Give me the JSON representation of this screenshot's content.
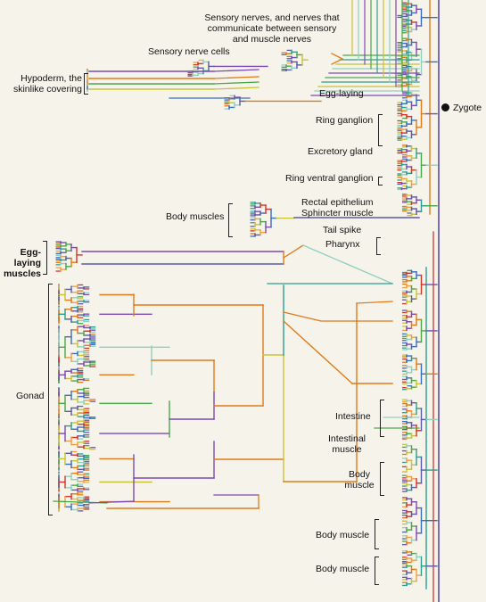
{
  "labels": {
    "sensory_nerves": "Sensory nerves, and nerves that\ncommunicate between sensory\nand muscle nerves",
    "sensory_nerve_cells": "Sensory nerve cells",
    "hypoderm": "Hypoderm, the\nskinlike covering",
    "egg_laying": "Egg-laying",
    "zygote": "Zygote",
    "ring_ganglion": "Ring ganglion",
    "excretory_gland": "Excretory gland",
    "ring_ventral_ganglion": "Ring ventral ganglion",
    "rectal_epithelium": "Rectal epithelium",
    "sphincter_muscle": "Sphincter muscle",
    "body_muscles": "Body muscles",
    "tail_spike": "Tail spike",
    "pharynx": "Pharynx",
    "egg_laying_muscles": "Egg-laying\nmuscles",
    "gonad": "Gonad",
    "intestine": "Intestine",
    "intestinal_muscle": "Intestinal\nmuscle",
    "body_muscle_1": "Body\nmuscle",
    "body_muscle_2": "Body muscle",
    "body_muscle_3": "Body muscle"
  },
  "colors": {
    "background": "#f6f3ea",
    "lineage": [
      "#e07a1a",
      "#7a4bb5",
      "#2e9e8e",
      "#c8c23a",
      "#3a6fc0",
      "#d2352a",
      "#4aa84a",
      "#8fd0c0",
      "#f0a040",
      "#5a5aa8"
    ],
    "trunk": "#5a4ab0",
    "text": "#111111"
  }
}
